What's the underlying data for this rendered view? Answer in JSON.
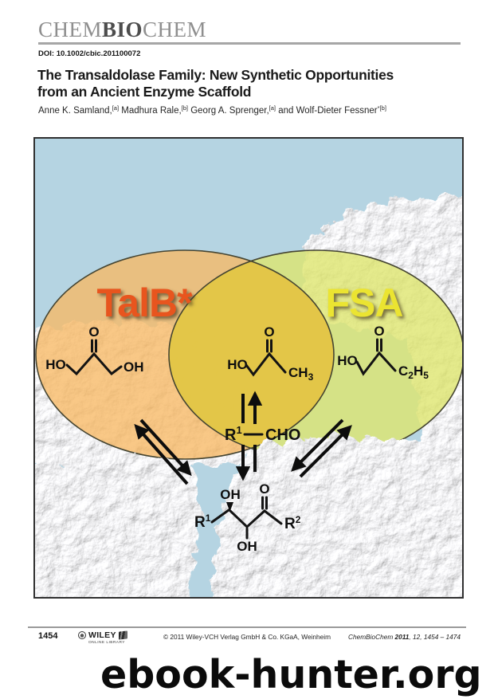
{
  "journal": {
    "logo_chem1": "CHEM",
    "logo_bio": "BIO",
    "logo_chem2": "CHEM"
  },
  "doi": "DOI: 10.1002/cbic.201100072",
  "title_line1": "The Transaldolase Family: New Synthetic Opportunities",
  "title_line2": "from an Ancient Enzyme Scaffold",
  "authors": {
    "parts": [
      "Anne K. Samland,",
      "[a]",
      " Madhura Rale,",
      "[b]",
      " Georg A. Sprenger,",
      "[a]",
      " and Wolf-Dieter Fessner",
      "*[b]"
    ]
  },
  "fig": {
    "left_label": "TalB*",
    "right_label": "FSA",
    "colors": {
      "sky": "#b5d4e2",
      "left": "#f7b964",
      "right": "#dee56c",
      "overlap": "#e3c342",
      "talb_text": "#e8551e",
      "fsa_text": "#ebe431"
    }
  },
  "mol": {
    "dha": {
      "ho": "HO",
      "o": "O",
      "oh": "OH"
    },
    "ha": {
      "ho": "HO",
      "o": "O",
      "c": "CH",
      "sub": "3"
    },
    "hb": {
      "ho": "HO",
      "o": "O",
      "c1": "C",
      "s1": "2",
      "c2": "H",
      "s2": "5"
    },
    "acceptor": {
      "r": "R",
      "sup": "1",
      "cho": "CHO"
    },
    "product": {
      "r1": "R",
      "r1sup": "1",
      "oh_top": "OH",
      "o": "O",
      "oh_bottom": "OH",
      "r2": "R",
      "r2sup": "2"
    }
  },
  "footer": {
    "page_number": "1454",
    "wiley": "WILEY",
    "wiley_sub": "ONLINE LIBRARY",
    "copyright": "© 2011 Wiley-VCH Verlag GmbH & Co. KGaA, Weinheim",
    "citation_journal": "ChemBioChem",
    "citation_year": " 2011",
    "citation_rest": ", 12, 1454 – 1474"
  },
  "watermark": "ebook-hunter.org"
}
